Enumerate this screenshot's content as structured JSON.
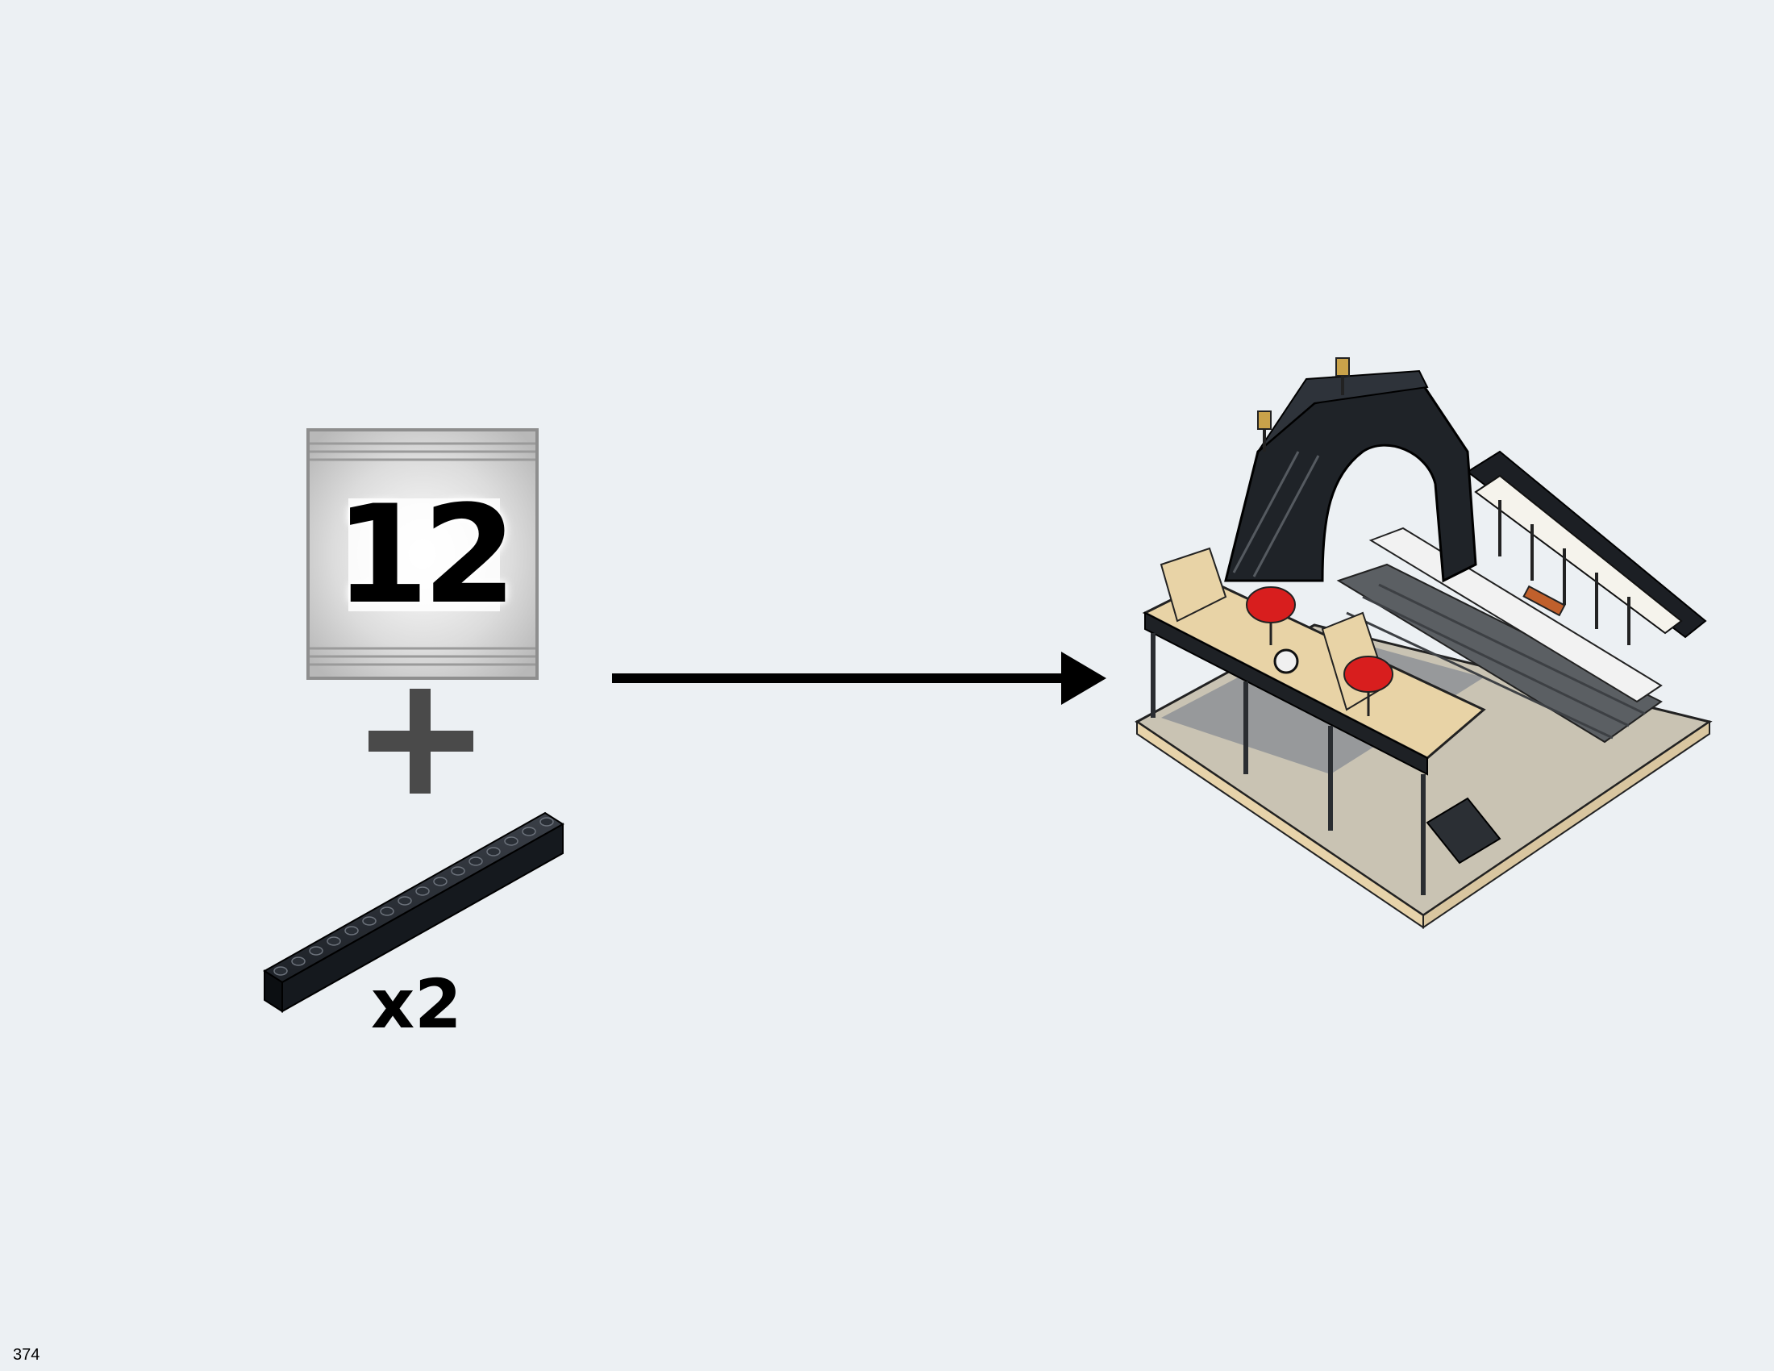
{
  "page": {
    "number": "374"
  },
  "bag": {
    "number": "12"
  },
  "part": {
    "name": "black-1x16-brick-icon",
    "color": "#15191e",
    "quantity": "x2"
  },
  "model": {
    "name": "train-station-model-illustration"
  },
  "colors": {
    "background": "#ecf0f3",
    "arrow": "#000000",
    "plus": "#4a4a4a"
  }
}
